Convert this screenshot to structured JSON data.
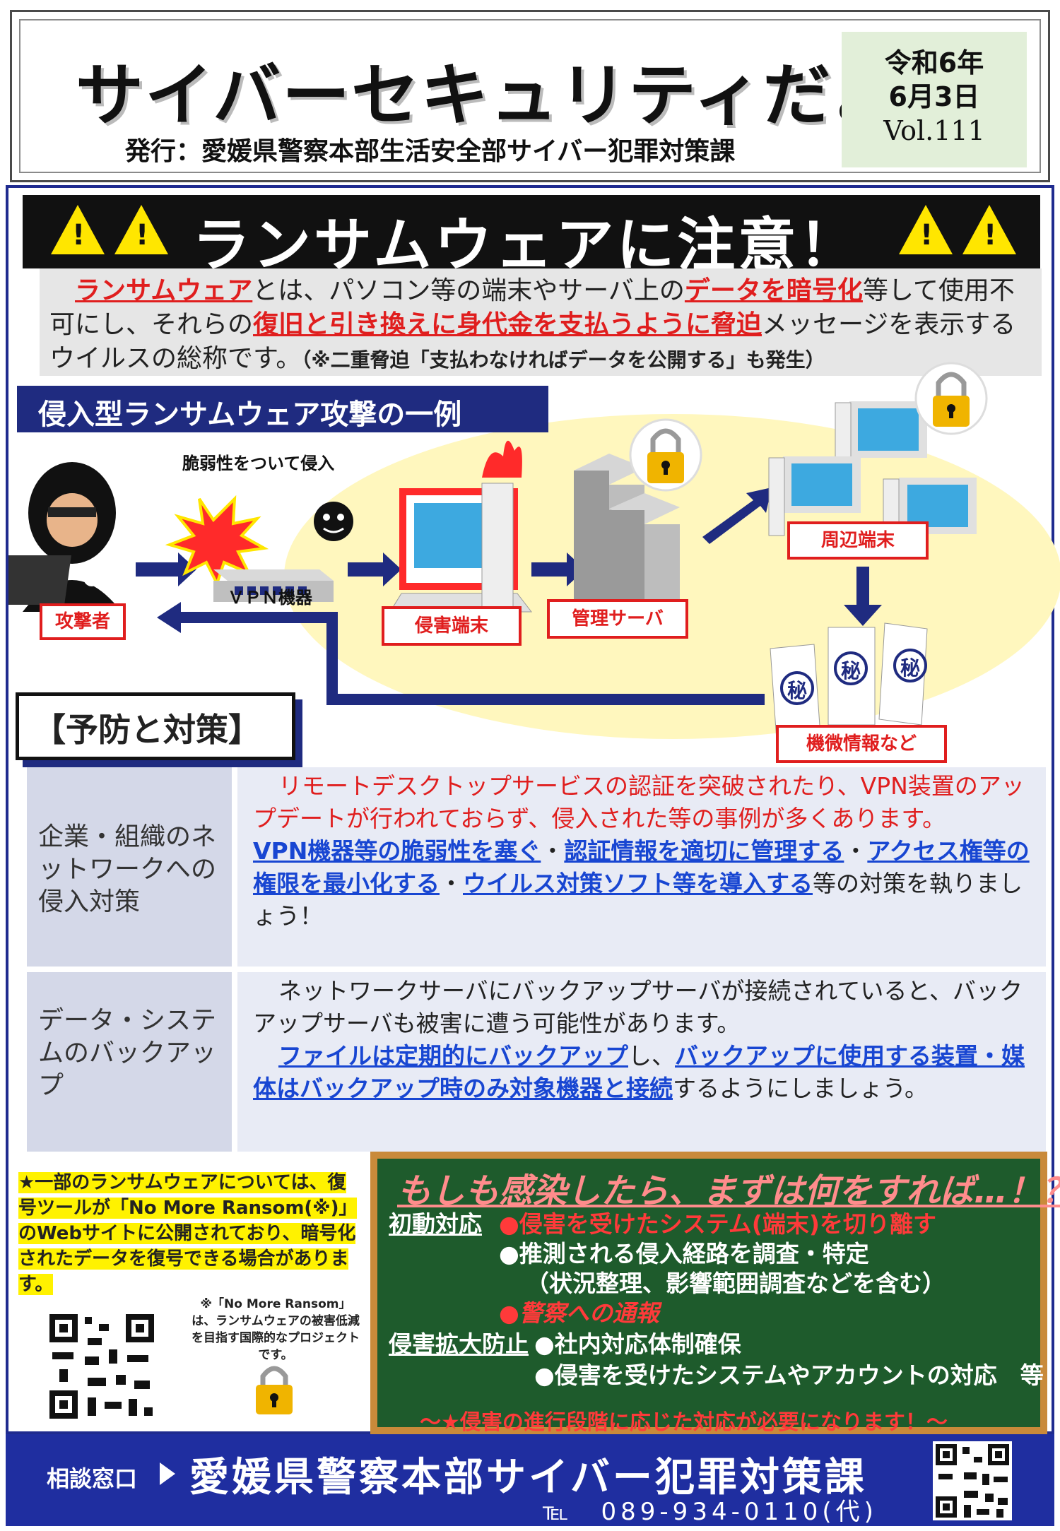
{
  "header": {
    "title": "サイバーセキュリティだより",
    "publisher": "発行：愛媛県警察本部生活安全部サイバー犯罪対策課",
    "date_line1": "令和6年",
    "date_line2": "6月3日",
    "vol": "Vol.111"
  },
  "banner": {
    "title": "ランサムウェアに注意！",
    "warn_symbol": "!"
  },
  "intro": {
    "p1": "ランサムウェア",
    "p2": "とは、パソコン等の端末やサーバ上の",
    "p3": "データを暗号化",
    "p4": "等して使用不可にし、それらの",
    "p5": "復旧と引き換えに身代金を支払うように脅迫",
    "p6": "メッセージを表示するウイルスの総称です。",
    "note": "（※二重脅迫「支払わなければデータを公開する」も発生）"
  },
  "diagram": {
    "heading": "侵入型ランサムウェア攻撃の一例",
    "exploit_label": "脆弱性をついて侵入",
    "vpn_label": "ＶＰＮ機器",
    "attacker": "攻撃者",
    "victim": "侵害端末",
    "server": "管理サーバ",
    "peripheral": "周辺端末",
    "secret": "機微情報など",
    "secret_mark": "秘"
  },
  "prevention": {
    "heading": "【予防と対策】",
    "rows": [
      {
        "title": "企業・組織のネットワークへの侵入対策",
        "intro": "リモートデスクトップサービスの認証を突破されたり、VPN装置のアップデートが行われておらず、侵入された等の事例が多くあります。",
        "m1": "VPN機器等の脆弱性を塞ぐ",
        "s1": "・",
        "m2": "認証情報を適切に管理する",
        "s2": "・",
        "m3": "アクセス権等の権限を最小化する",
        "s3": "・",
        "m4": "ウイルス対策ソフト等を導入する",
        "tail": "等の対策を執りましょう！"
      },
      {
        "title": "データ・システムのバックアップ",
        "intro": "ネットワークサーバにバックアップサーバが接続されていると、バックアップサーバも被害に遭う可能性があります。",
        "m1": "ファイルは定期的にバックアップ",
        "s1": "し、",
        "m2": "バックアップに使用する装置・媒体はバックアップ時のみ対象機器と接続",
        "tail": "するようにしましょう。"
      }
    ]
  },
  "decrypt": {
    "text": "★一部のランサムウェアについては、復号ツールが「No More Ransom(※)」のWebサイトに公開されており、暗号化されたデータを復号できる場合があります。",
    "note": "※「No More Ransom」は、ランサムウェアの被害低減を目指す国際的なプロジェクトです。"
  },
  "response": {
    "title": "もしも感染したら、まずは何をすれば…！？",
    "initial_key": "初動対応",
    "i1": "●侵害を受けたシステム(端末)を切り離す",
    "i2": "●推測される侵入経路を調査・特定",
    "i3": "（状況整理、影響範囲調査などを含む）",
    "i4": "●警察への通報",
    "prevent_key": "侵害拡大防止",
    "p1": "●社内対応体制確保",
    "p2": "●侵害を受けたシステムやアカウントの対応　等",
    "footer": "～★侵害の進行段階に応じた対応が必要になります！～"
  },
  "footer": {
    "label": "相談窓口",
    "name": "愛媛県警察本部サイバー犯罪対策課",
    "tel": "℡　089-934-0110(代)"
  },
  "icons": {
    "warning": "warning-triangle-icon",
    "lock": "padlock-icon",
    "qr": "qr-code-icon"
  },
  "colors": {
    "navy": "#1f2b80",
    "red": "#e01e1e",
    "blue_link": "#1846d2",
    "board": "#1e5b2c",
    "yellow": "#fff200"
  }
}
